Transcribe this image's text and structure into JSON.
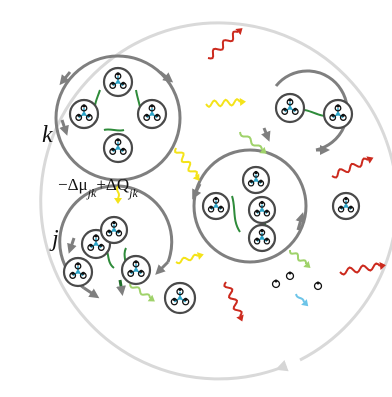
{
  "labels": {
    "k": "k",
    "j": "j",
    "energy": {
      "minus_delta": "−Δμ",
      "mu_sub": "jk",
      "plus_delta": "+ΔQ",
      "q_sub": "jk"
    }
  },
  "colors": {
    "outer_ring": "#d6d6d6",
    "compartment": "#7f7f7f",
    "unit_ring": "#4a4a4a",
    "inner_network": "#29a3c7",
    "bond": "#2e8b3a",
    "flow_yellow": "#f4e31a",
    "flow_red": "#cc2a1e",
    "flow_lightgreen": "#9fd26a",
    "flow_cyan": "#6cc4e8"
  },
  "icons": [
    "molecular-unit-icon",
    "cycle-arrow-icon",
    "wavy-flow-arrow-icon"
  ]
}
